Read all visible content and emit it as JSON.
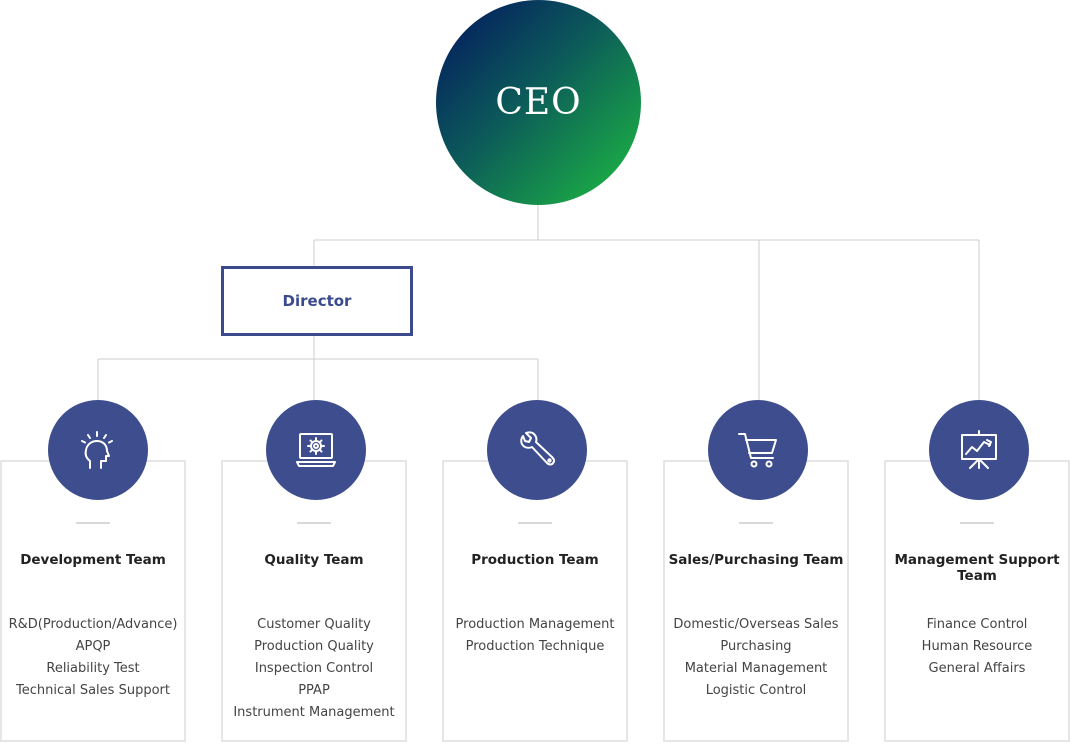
{
  "ceo": {
    "label": "CEO"
  },
  "director": {
    "label": "Director"
  },
  "teams": [
    {
      "name": "Development Team",
      "icon": "lightbulb-head-icon",
      "items": [
        "R&D(Production/Advance)",
        "APQP",
        "Reliability Test",
        "Technical Sales Support"
      ]
    },
    {
      "name": "Quality Team",
      "icon": "laptop-gear-icon",
      "items": [
        "Customer Quality",
        "Production Quality",
        "Inspection Control",
        "PPAP",
        "Instrument Management"
      ]
    },
    {
      "name": "Production Team",
      "icon": "wrench-icon",
      "items": [
        "Production Management",
        "Production Technique"
      ]
    },
    {
      "name": "Sales/Purchasing Team",
      "icon": "shopping-cart-icon",
      "items": [
        "Domestic/Overseas Sales",
        "Purchasing",
        "Material Management",
        "Logistic Control"
      ]
    },
    {
      "name": "Management Support Team",
      "icon": "presentation-chart-icon",
      "items": [
        "Finance Control",
        "Human Resource",
        "General Affairs"
      ]
    }
  ],
  "colors": {
    "accent": "#3d4d8e",
    "ceo_start": "#04205e",
    "ceo_end": "#1aa846",
    "line": "#cccccc"
  }
}
